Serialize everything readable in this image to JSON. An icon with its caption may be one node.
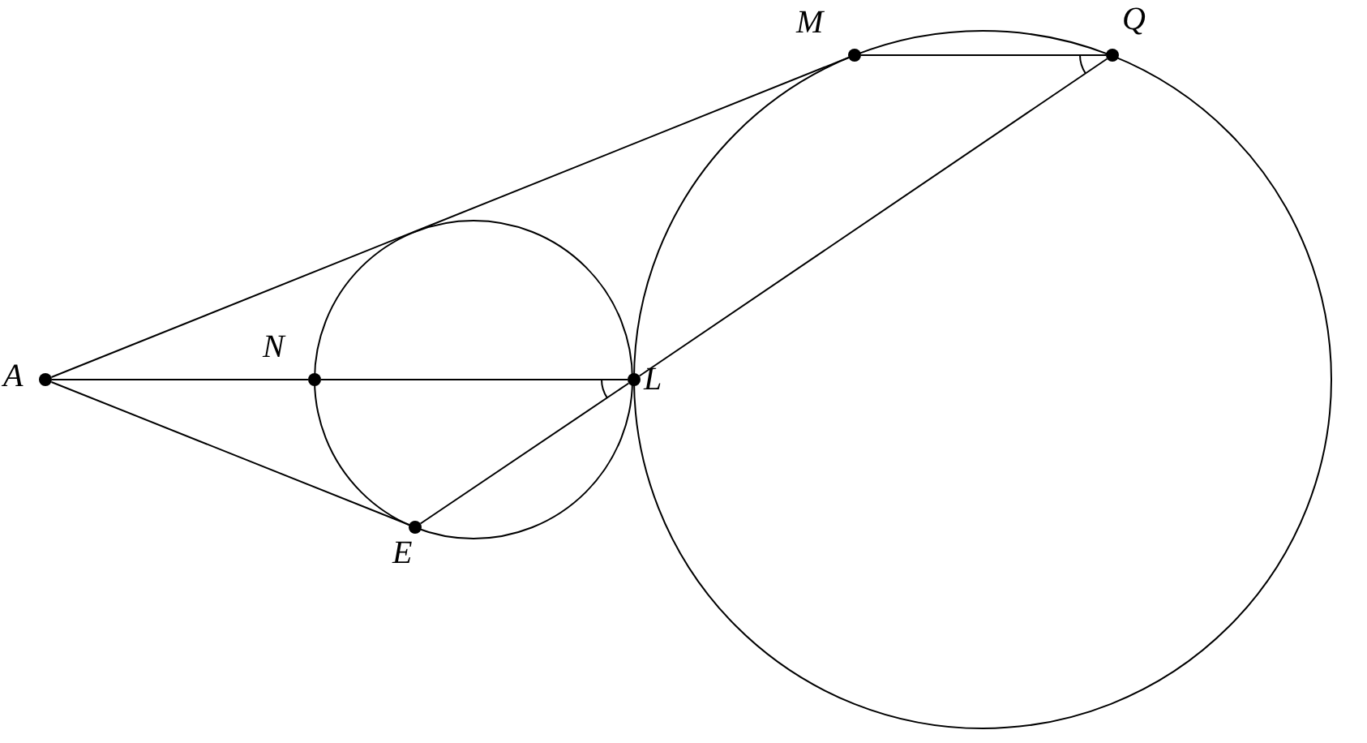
{
  "diagram": {
    "nodes": [
      {
        "text": [
          "A"
        ]
      },
      {
        "text": [
          "N"
        ]
      },
      {
        "text": [
          "L"
        ]
      },
      {
        "text": [
          "E"
        ]
      },
      {
        "text": [
          "M"
        ]
      },
      {
        "text": [
          "Q"
        ]
      }
    ],
    "edges": [
      {
        "from": 0,
        "to": 4,
        "arrow": "none"
      },
      {
        "from": 0,
        "to": 1,
        "arrow": "none"
      },
      {
        "from": 1,
        "to": 2,
        "arrow": "none"
      },
      {
        "from": 0,
        "to": 3,
        "arrow": "none"
      },
      {
        "from": 3,
        "to": 2,
        "arrow": "none"
      },
      {
        "from": 2,
        "to": 5,
        "arrow": "none"
      },
      {
        "from": 4,
        "to": 5,
        "arrow": "none"
      }
    ]
  }
}
